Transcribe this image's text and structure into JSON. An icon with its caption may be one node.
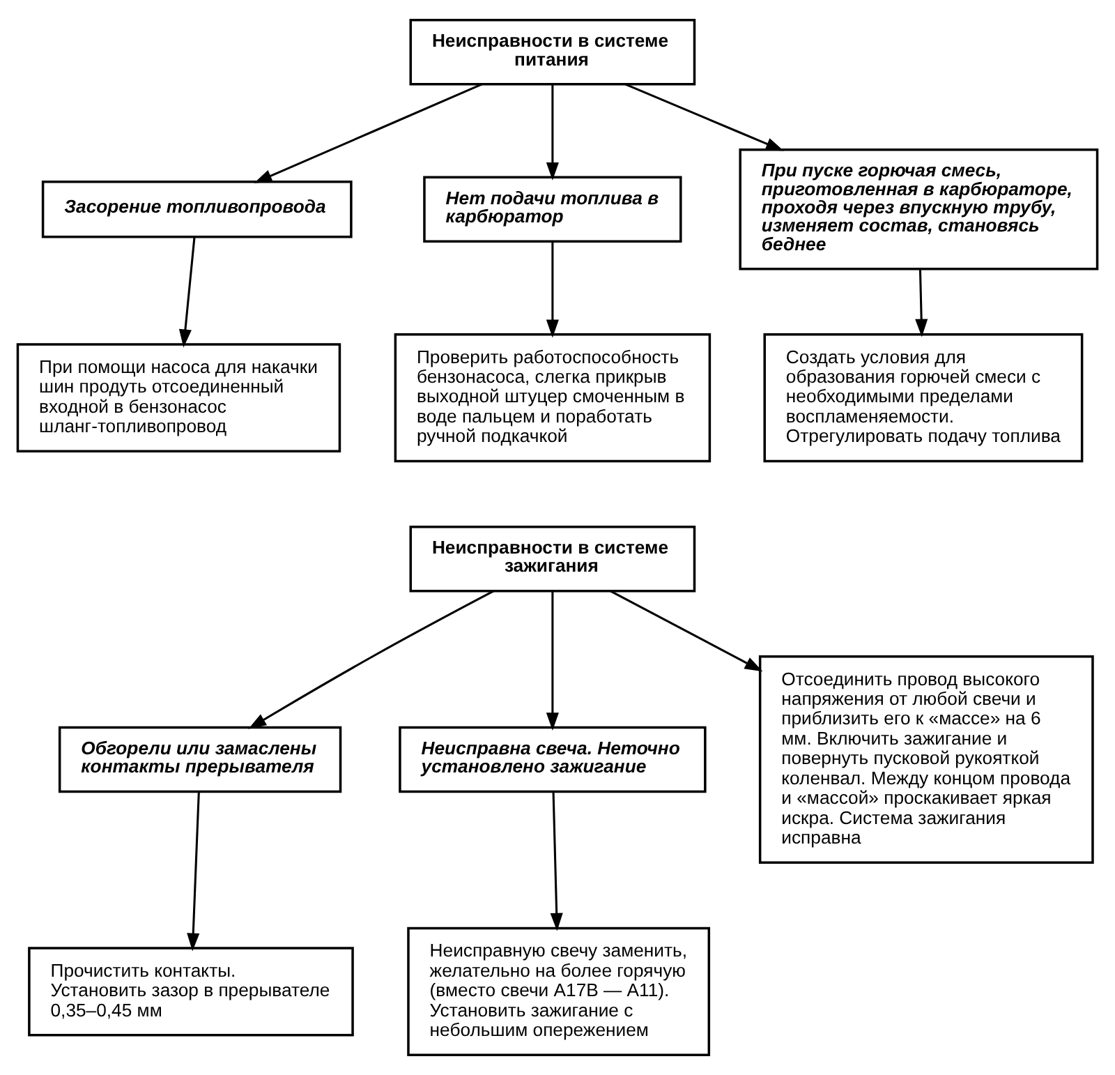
{
  "diagram": {
    "nodes": [
      {
        "text": [
          "Неисправности в системе питания"
        ]
      },
      {
        "text": [
          "Засорение топливопровода"
        ]
      },
      {
        "text": [
          "Нет подачи топлива в карбюратор"
        ]
      },
      {
        "text": [
          "При пуске горючая смесь, приготовленная в карбюраторе, проходя через впускную трубу, изменяет состав, становясь беднее"
        ]
      },
      {
        "text": [
          "При помощи насоса для накачки шин продуть отсоединенный входной в бензонасос шланг-топливопровод"
        ]
      },
      {
        "text": [
          "Проверить работоспособность бензонасоса, слегка прикрыв выходной штуцер смоченным в воде пальцем и поработать ручной подкачкой"
        ]
      },
      {
        "text": [
          "Создать условия для образования горючей смеси с необходимыми пределами воспламеняемости. Отрегулировать подачу топлива"
        ]
      },
      {
        "text": [
          "Неисправности в системе зажигания"
        ]
      },
      {
        "text": [
          "Обгорели или замаслены контакты прерывателя"
        ]
      },
      {
        "text": [
          "Неисправна свеча. Неточно установлено зажигание"
        ]
      },
      {
        "text": [
          "Отсоединить провод высокого напряжения от любой свечи и приблизить его к «массе» на 6 мм. Включить зажигание и повернуть пусковой рукояткой коленвал. Между концом провода и «массой» проскакивает яркая искра. Система зажигания исправна"
        ]
      },
      {
        "text": [
          "Прочистить контакты. Установить зазор в прерывателе 0,35–0,45 мм"
        ]
      },
      {
        "text": [
          "Неисправную свечу заменить, желательно на более горячую (вместо свечи А17В — А11). Установить зажигание с небольшим опережением"
        ]
      }
    ],
    "edges": [
      {
        "from": 0,
        "to": 1,
        "arrow": "to"
      },
      {
        "from": 0,
        "to": 2,
        "arrow": "to"
      },
      {
        "from": 0,
        "to": 3,
        "arrow": "to"
      },
      {
        "from": 1,
        "to": 4,
        "arrow": "to"
      },
      {
        "from": 2,
        "to": 5,
        "arrow": "to"
      },
      {
        "from": 3,
        "to": 6,
        "arrow": "to"
      },
      {
        "from": 7,
        "to": 8,
        "arrow": "to"
      },
      {
        "from": 7,
        "to": 9,
        "arrow": "to"
      },
      {
        "from": 7,
        "to": 10,
        "arrow": "to"
      },
      {
        "from": 8,
        "to": 11,
        "arrow": "to"
      },
      {
        "from": 9,
        "to": 12,
        "arrow": "to"
      }
    ]
  }
}
